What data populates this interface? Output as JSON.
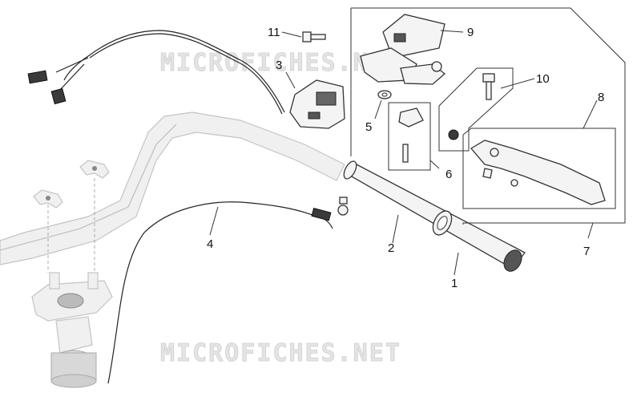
{
  "watermark": {
    "top": "MICROFICHES.NET",
    "bottom": "MICROFICHES.NET"
  },
  "callouts": [
    "1",
    "2",
    "3",
    "4",
    "5",
    "6",
    "7",
    "8",
    "9",
    "10",
    "11"
  ],
  "colors": {
    "line": "#222222",
    "ghost": "#c4c4c4",
    "watermark": "#e4e4e4"
  }
}
